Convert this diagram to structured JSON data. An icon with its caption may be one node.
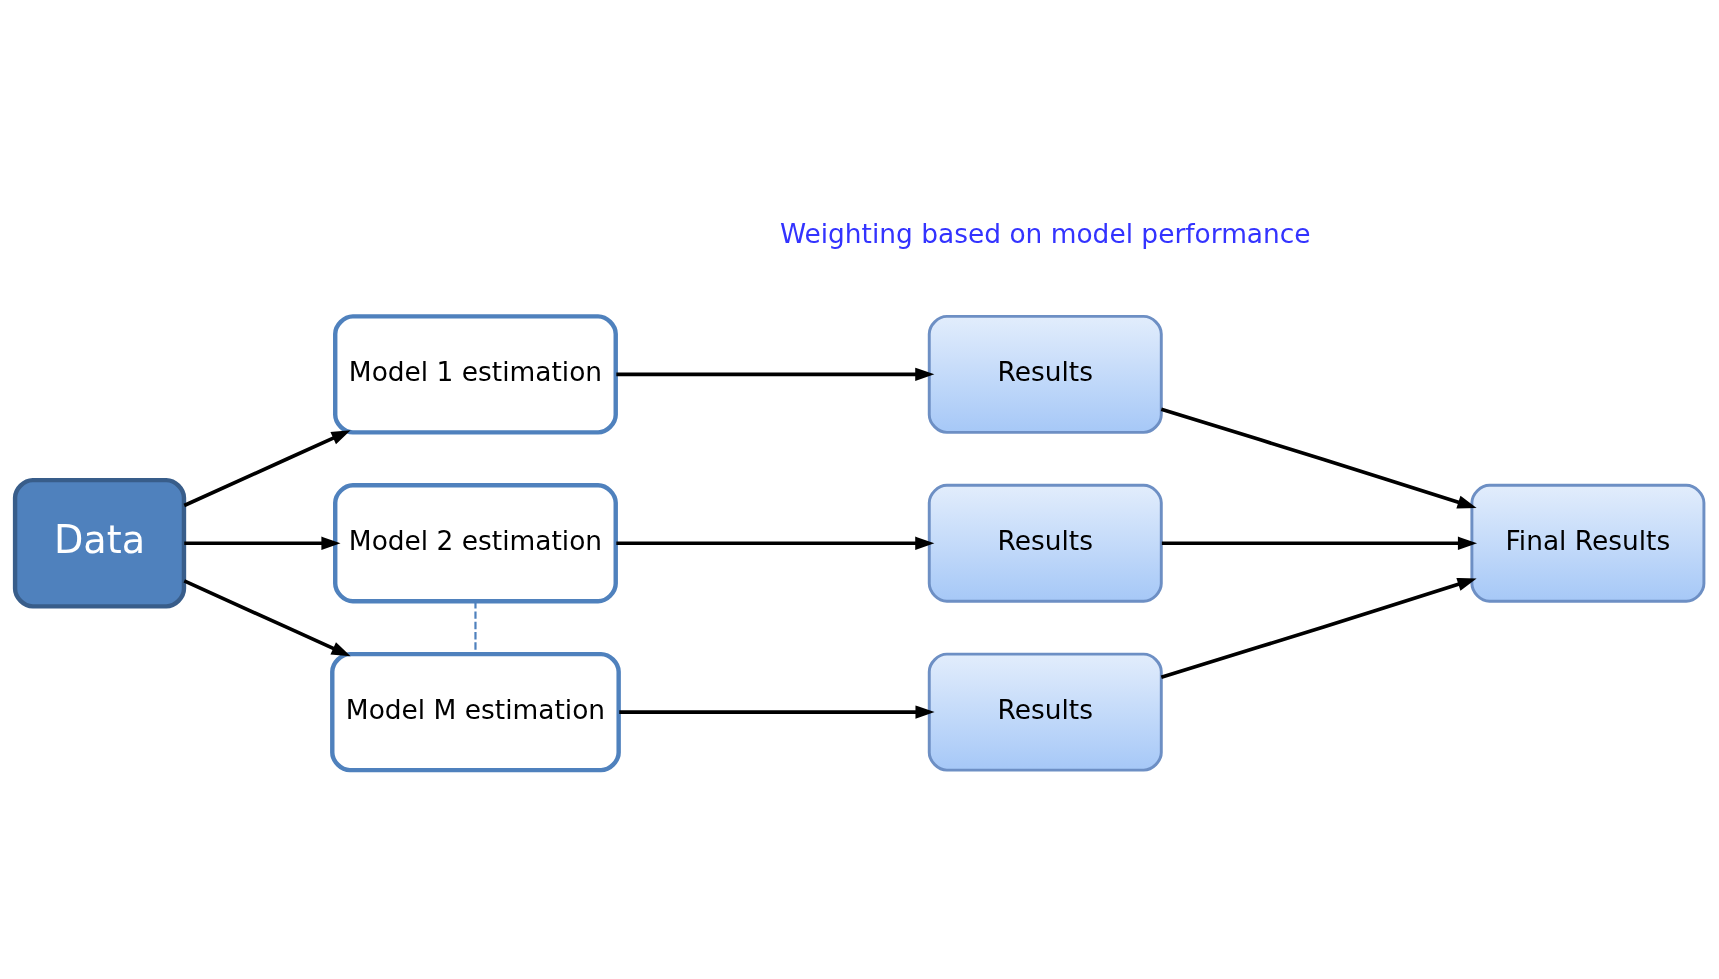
{
  "diagram": {
    "nodes": [
      {
        "text": [
          "Data"
        ]
      },
      {
        "text": [
          "Model 1 estimation"
        ]
      },
      {
        "text": [
          "Model 2 estimation"
        ]
      },
      {
        "text": [
          "Model M estimation"
        ]
      },
      {
        "text": [
          "Results"
        ]
      },
      {
        "text": [
          "Results"
        ]
      },
      {
        "text": [
          "Results"
        ]
      },
      {
        "text": [
          "Final Results"
        ]
      }
    ],
    "edges": [
      {
        "from": 0,
        "to": 1,
        "arrow": "to"
      },
      {
        "from": 0,
        "to": 2,
        "arrow": "to"
      },
      {
        "from": 0,
        "to": 3,
        "arrow": "to"
      },
      {
        "from": 1,
        "to": 4,
        "arrow": "to"
      },
      {
        "from": 2,
        "to": 5,
        "arrow": "to"
      },
      {
        "from": 3,
        "to": 6,
        "arrow": "to"
      },
      {
        "from": 4,
        "to": 7,
        "arrow": "to"
      },
      {
        "from": 5,
        "to": 7,
        "arrow": "to"
      },
      {
        "from": 6,
        "to": 7,
        "arrow": "to"
      },
      {
        "from": 2,
        "to": 3,
        "arrow": "none",
        "style": "dashed",
        "color": "#4f81bd"
      }
    ],
    "labels": [
      "Weighting based on model performance"
    ]
  }
}
